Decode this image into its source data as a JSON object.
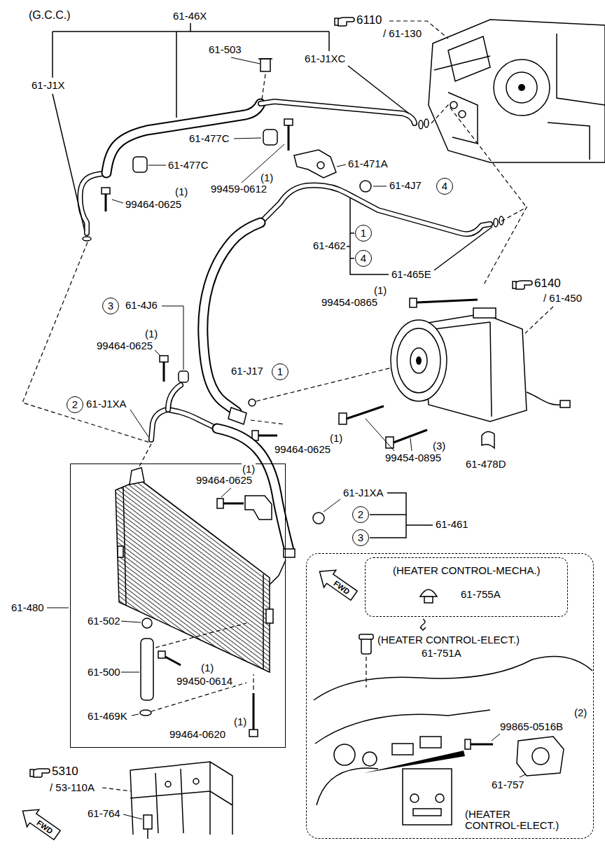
{
  "diagram": {
    "nodes": [
      {
        "text": [
          "4"
        ]
      },
      {
        "text": [
          "1"
        ]
      },
      {
        "text": [
          "4"
        ]
      },
      {
        "text": [
          "3"
        ]
      },
      {
        "text": [
          "1"
        ]
      },
      {
        "text": [
          "2"
        ]
      },
      {
        "text": [
          "61-502",
          "61-500",
          "(1)",
          "99450-0614",
          "61-469K",
          "(1)",
          "99464-0620"
        ]
      },
      {
        "text": [
          "2"
        ]
      },
      {
        "text": [
          "3"
        ]
      },
      {
        "text": [
          "(HEATER CONTROL-ELECT.)",
          "61-751A",
          "(2)",
          "99865-0516B",
          "61-757",
          "(HEATER CONTROL-ELECT.)"
        ]
      },
      {
        "text": [
          "FWD"
        ],
        "in": 9
      },
      {
        "text": [
          "(HEATER CONTROL-MECHA.)",
          "61-755A"
        ],
        "in": 9
      },
      {
        "text": [
          "FWD"
        ]
      }
    ],
    "labels": [
      "(G.C.C.)",
      "61-46X",
      "6110",
      "/ 61-130",
      "61-503",
      "61-J1XC",
      "61-J1X",
      "61-477C",
      "61-471A",
      "61-477C",
      "(1)",
      "61-4J7",
      "99459-0612",
      "(1)",
      "99464-0625",
      "61-462",
      "61-465E",
      "6140",
      "/ 61-450",
      "(1)",
      "99454-0865",
      "61-4J6",
      "(1)",
      "99464-0625",
      "61-J17",
      "61-J1XA",
      "(1)",
      "(3)",
      "99464-0625",
      "99454-0895",
      "61-478D",
      "(1)",
      "99464-0625",
      "61-J1XA",
      "61-461",
      "61-480",
      "5310",
      "/ 53-110A",
      "61-764"
    ]
  }
}
